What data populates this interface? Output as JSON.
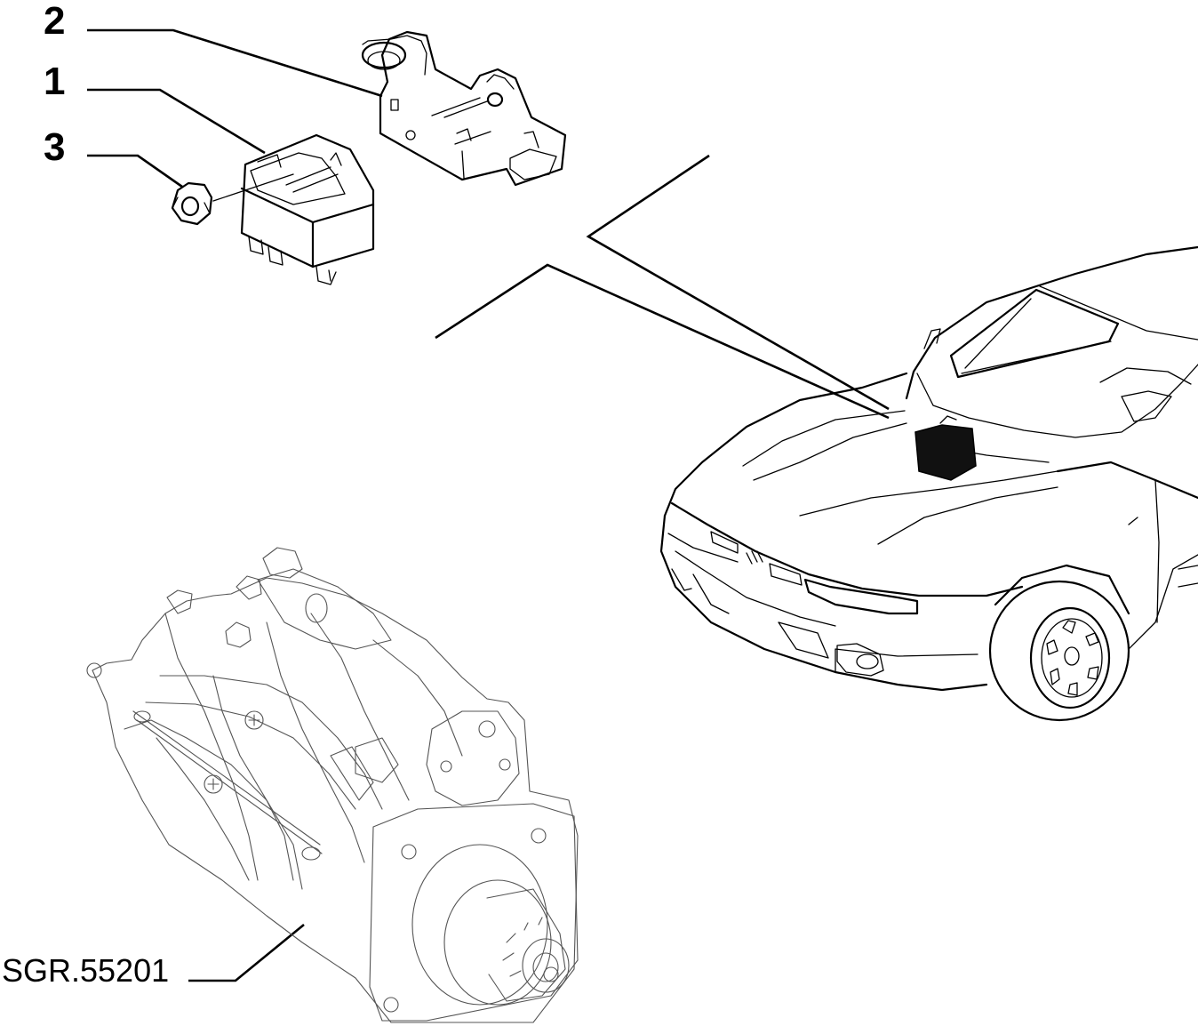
{
  "callouts": [
    {
      "label": "2"
    },
    {
      "label": "1"
    },
    {
      "label": "3"
    }
  ],
  "reference_code": "SGR.55201"
}
